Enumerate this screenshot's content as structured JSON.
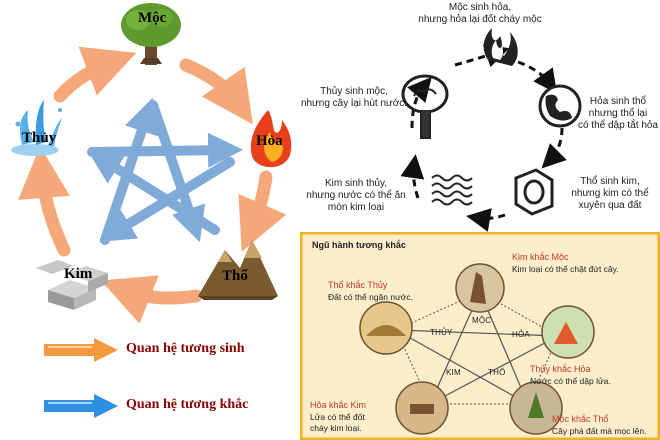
{
  "left": {
    "elements": {
      "moc": "Mộc",
      "hoa": "Hỏa",
      "tho": "Thổ",
      "kim": "Kim",
      "thuy": "Thủy"
    },
    "legend": {
      "sinh": "Quan hệ tương sinh",
      "khac": "Quan hệ tương khắc"
    },
    "colors": {
      "sinh": "#f5a97a",
      "khac": "#7aa6d6",
      "legend_sinh": "#f39a3e",
      "legend_khac": "#2f8fe0"
    }
  },
  "top_right": {
    "captions": {
      "moc_hoa_1": "Mộc sinh hỏa,",
      "moc_hoa_2": "nhưng hỏa lại đốt cháy mộc",
      "thuy_moc_1": "Thủy sinh mộc,",
      "thuy_moc_2": "nhưng cây lại hút nước.",
      "hoa_tho_1": "Hỏa sinh thổ",
      "hoa_tho_2": "nhưng thổ lại",
      "hoa_tho_3": "có thể dập tắt hỏa",
      "kim_thuy_1": "Kim sinh thủy,",
      "kim_thuy_2": "nhưng nước có thể ăn",
      "kim_thuy_3": "mòn kim loại",
      "tho_kim_1": "Thổ sinh kim,",
      "tho_kim_2": "nhưng kim có thể",
      "tho_kim_3": "xuyên qua đất"
    }
  },
  "bottom_right": {
    "title": "Ngũ hành tương khắc",
    "rules": {
      "kim_moc_title": "Kim khắc Mộc",
      "kim_moc_desc": "Kim loại có thể chặt đứt cây.",
      "tho_thuy_title": "Thổ khắc Thủy",
      "tho_thuy_desc": "Đất có thể ngăn nước.",
      "thuy_hoa_title": "Thủy khắc Hỏa",
      "thuy_hoa_desc": "Nước có thể dập lửa.",
      "hoa_kim_title": "Hỏa khắc Kim",
      "hoa_kim_desc_1": "Lửa có thể đốt",
      "hoa_kim_desc_2": "cháy kim loại.",
      "moc_tho_title": "Mộc khắc Thổ",
      "moc_tho_desc": "Cây phá đất mà mọc lên."
    },
    "star_labels": {
      "moc": "MỘC",
      "thuy": "THỦY",
      "hoa": "HỎA",
      "kim": "KIM",
      "tho": "THỔ"
    }
  }
}
